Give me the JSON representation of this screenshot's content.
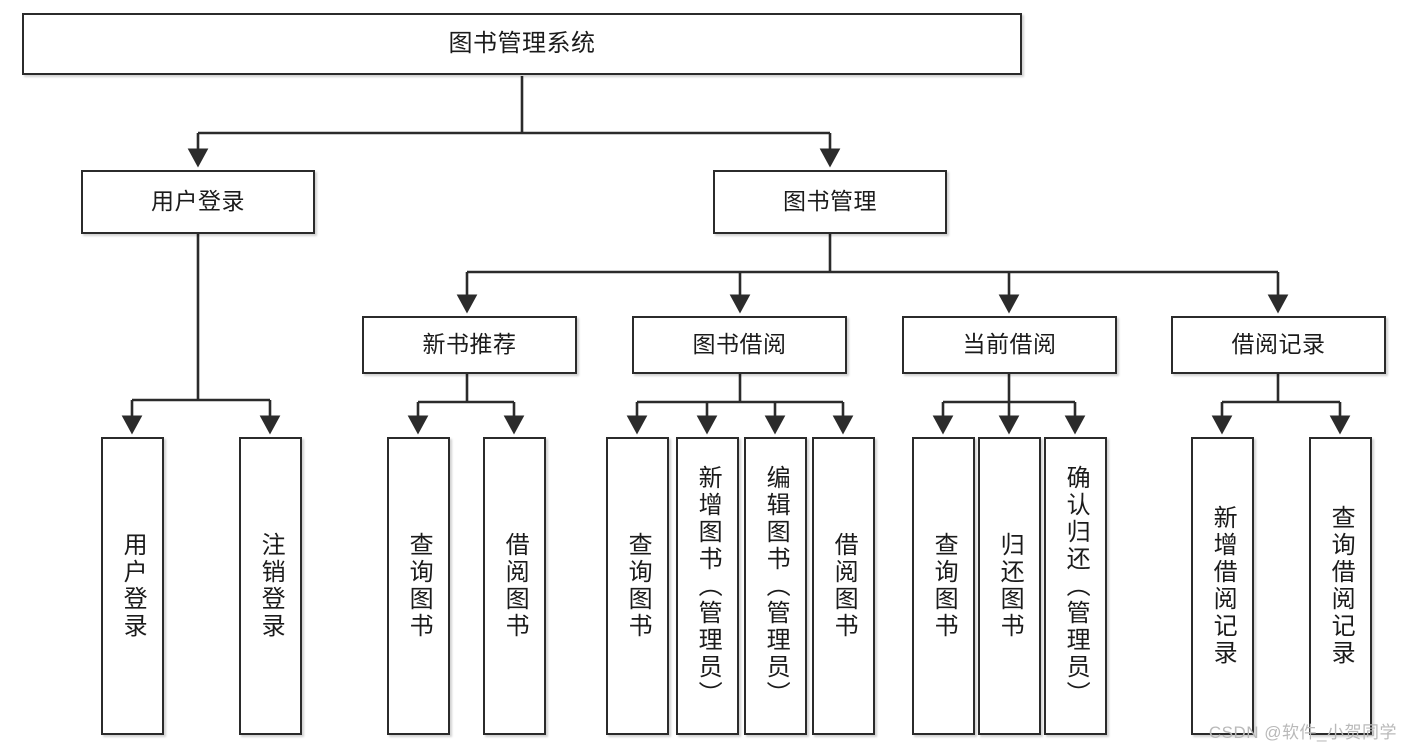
{
  "diagram": {
    "title": "图书管理系统",
    "type": "tree-hierarchy-chart",
    "watermark": "CSDN @软件_小贺同学",
    "colors": {
      "box_border": "#2b2b2b",
      "box_fill": "#ffffff",
      "edge": "#2b2b2b",
      "watermark": "#b9b9b9"
    },
    "nodes": {
      "root": {
        "label": "图书管理系统"
      },
      "level2": [
        {
          "id": "user_login",
          "label": "用户登录"
        },
        {
          "id": "book_manage",
          "label": "图书管理"
        }
      ],
      "level3": [
        {
          "id": "new_book_rec",
          "label": "新书推荐"
        },
        {
          "id": "book_borrow",
          "label": "图书借阅"
        },
        {
          "id": "current_borrow",
          "label": "当前借阅"
        },
        {
          "id": "borrow_record",
          "label": "借阅记录"
        }
      ],
      "leaves": {
        "user_login": [
          {
            "id": "leaf_user_login",
            "label": "用户登录"
          },
          {
            "id": "leaf_logout",
            "label": "注销登录"
          }
        ],
        "new_book_rec": [
          {
            "id": "leaf_query_book_1",
            "label": "查询图书"
          },
          {
            "id": "leaf_borrow_book_1",
            "label": "借阅图书"
          }
        ],
        "book_borrow": [
          {
            "id": "leaf_query_book_2",
            "label": "查询图书"
          },
          {
            "id": "leaf_add_book",
            "label": "新增图书（管理员）"
          },
          {
            "id": "leaf_edit_book",
            "label": "编辑图书（管理员）"
          },
          {
            "id": "leaf_borrow_book_2",
            "label": "借阅图书"
          }
        ],
        "current_borrow": [
          {
            "id": "leaf_query_book_3",
            "label": "查询图书"
          },
          {
            "id": "leaf_return_book",
            "label": "归还图书"
          },
          {
            "id": "leaf_confirm_return",
            "label": "确认归还（管理员）"
          }
        ],
        "borrow_record": [
          {
            "id": "leaf_add_record",
            "label": "新增借阅记录"
          },
          {
            "id": "leaf_query_record",
            "label": "查询借阅记录"
          }
        ]
      }
    }
  }
}
